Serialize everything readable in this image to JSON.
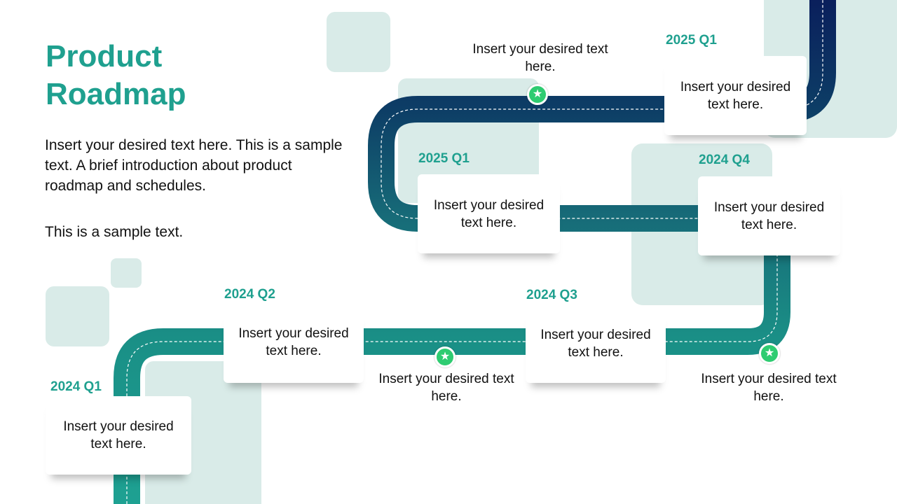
{
  "title_line1": "Product",
  "title_line2": "Roadmap",
  "intro": "Insert your desired text here. This is a sample text. A brief introduction about product roadmap and schedules.",
  "intro2": "This is a sample text.",
  "colors": {
    "accent": "#1fa08f",
    "road_dark": "#0a1f5c",
    "light": "#d9ebe8",
    "star": "#2ecc71"
  },
  "milestones": [
    {
      "label": "2024 Q1",
      "text": "Insert your desired text here."
    },
    {
      "label": "2024 Q2",
      "text": "Insert your desired text here."
    },
    {
      "label": "2024 Q3",
      "text": "Insert your desired text here."
    },
    {
      "label": "2024 Q4",
      "text": "Insert your desired text here."
    },
    {
      "label": "2025 Q1",
      "text": "Insert your desired text here."
    },
    {
      "label": "2025 Q1",
      "text": "Insert your desired text here."
    }
  ],
  "star_notes": [
    {
      "text": "Insert your desired text here."
    },
    {
      "text": "Insert your desired text here."
    },
    {
      "text": "Insert your desired text here."
    }
  ]
}
